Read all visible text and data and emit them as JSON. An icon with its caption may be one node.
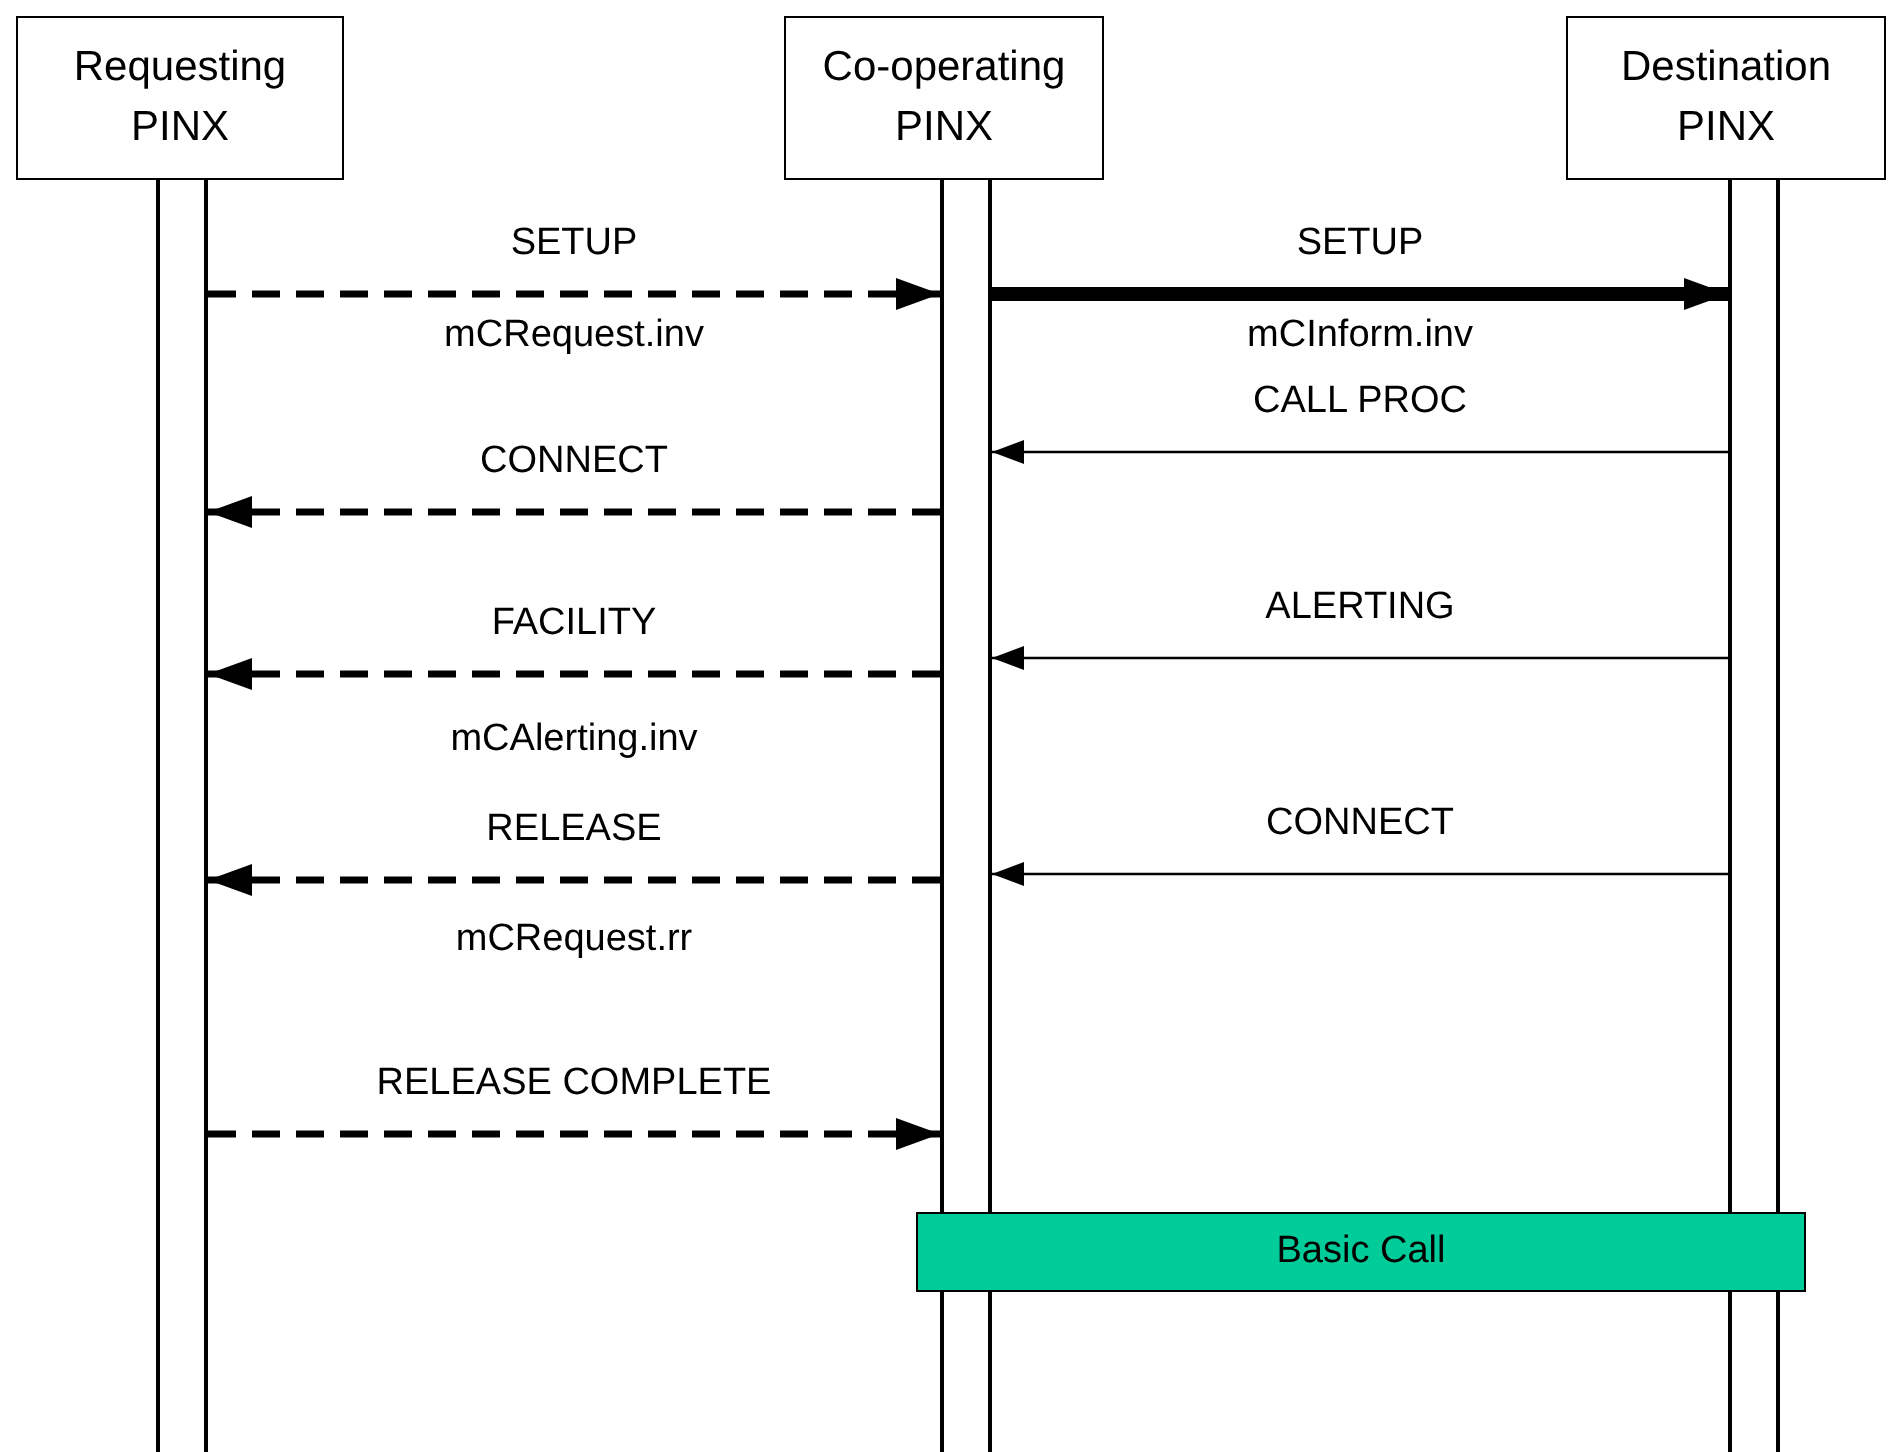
{
  "diagram": {
    "nodes": [
      {
        "text": [
          "Requesting PINX"
        ]
      },
      {
        "text": [
          "Co-operating PINX"
        ]
      },
      {
        "text": [
          "Destination PINX"
        ]
      },
      {
        "text": [],
        "shape": "bar"
      },
      {
        "text": [],
        "shape": "bar"
      },
      {
        "text": [],
        "shape": "bar"
      },
      {
        "text": [
          "Basic Call"
        ]
      }
    ],
    "edges": [
      {
        "from": 3,
        "to": 4,
        "arrow": "to",
        "label": "SETUP",
        "style": "dashed"
      },
      {
        "from": 4,
        "to": 5,
        "arrow": "to",
        "label": "SETUP",
        "style": "thick"
      },
      {
        "from": 5,
        "to": 4,
        "arrow": "to",
        "label": "CALL PROC"
      },
      {
        "from": 4,
        "to": 3,
        "arrow": "to",
        "label": "CONNECT",
        "style": "dashed"
      },
      {
        "from": 4,
        "to": 3,
        "arrow": "to",
        "label": "FACILITY",
        "style": "dashed"
      },
      {
        "from": 5,
        "to": 4,
        "arrow": "to",
        "label": "ALERTING"
      },
      {
        "from": 4,
        "to": 3,
        "arrow": "to",
        "label": "RELEASE",
        "style": "dashed"
      },
      {
        "from": 5,
        "to": 4,
        "arrow": "to",
        "label": "CONNECT"
      },
      {
        "from": 3,
        "to": 4,
        "arrow": "to",
        "label": "RELEASE COMPLETE",
        "style": "dashed"
      }
    ],
    "labels": [
      "mCRequest.inv",
      "mCInform.inv",
      "mCAlerting.inv",
      "mCRequest.rr"
    ]
  }
}
